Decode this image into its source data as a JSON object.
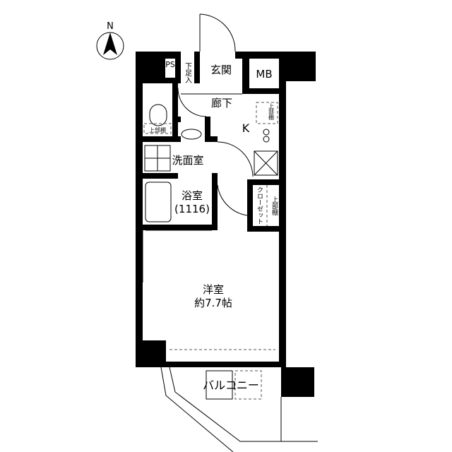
{
  "compass": {
    "label": "N"
  },
  "rooms": {
    "ps": "PS",
    "shoe_box": "下足入",
    "entrance": "玄関",
    "mb": "MB",
    "hallway": "廊下",
    "kitchen": "K",
    "toilet_shelf": "上部棚",
    "kitchen_shelf": "上部棚",
    "washroom": "洗面室",
    "bathroom": "浴室",
    "bathroom_size": "(1116)",
    "closet": "クローゼット",
    "closet_shelf": "上部棚",
    "western_room": "洋室",
    "western_room_size": "約7.7帖",
    "balcony": "バルコニー"
  },
  "colors": {
    "wall": "#000000",
    "line": "#000000",
    "background": "#ffffff"
  }
}
